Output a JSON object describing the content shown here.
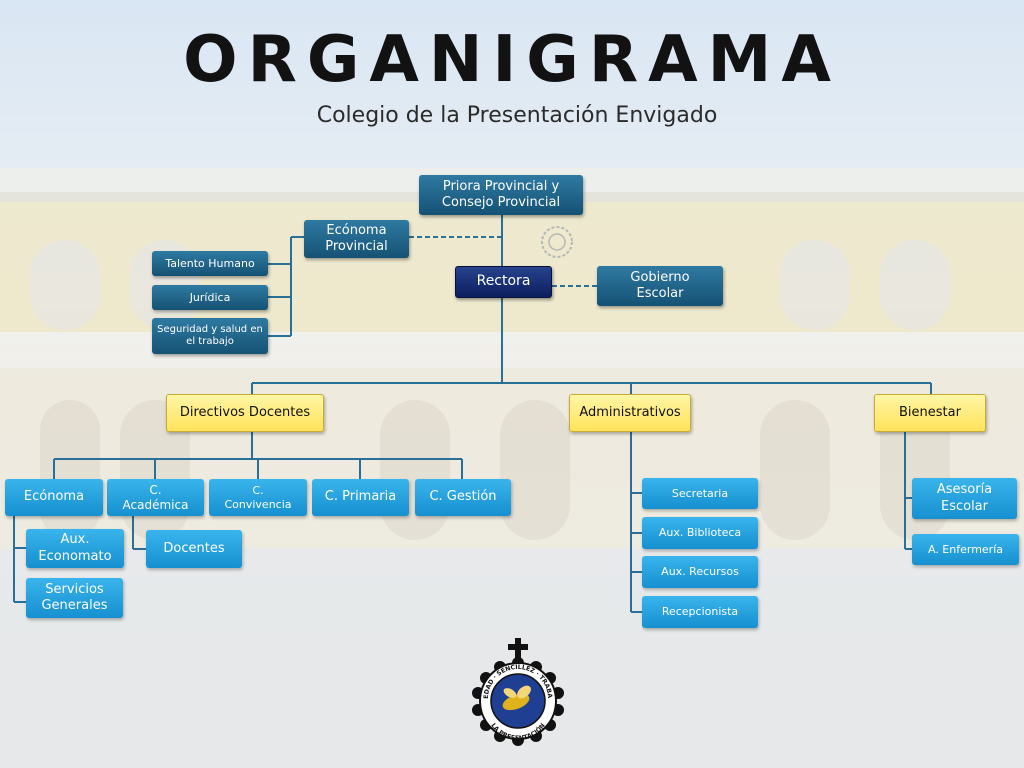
{
  "header": {
    "title": "ORGANIGRAMA",
    "subtitle": "Colegio de la Presentación Envigado"
  },
  "nodes": {
    "priora": "Priora Provincial y Consejo Provincial",
    "economa_provincial": "Ecónoma Provincial",
    "rectora": "Rectora",
    "gobierno_escolar": "Gobierno Escolar",
    "talento_humano": "Talento Humano",
    "juridica": "Jurídica",
    "seguridad": "Seguridad y salud en el trabajo",
    "directivos_docentes": "Directivos Docentes",
    "administrativos": "Administrativos",
    "bienestar": "Bienestar",
    "economa": "Ecónoma",
    "c_academica": "C. Académica",
    "c_convivencia": "C. Convivencia",
    "c_primaria": "C. Primaria",
    "c_gestion": "C. Gestión",
    "aux_economato": "Aux. Economato",
    "servicios_generales": "Servicios Generales",
    "docentes": "Docentes",
    "secretaria": "Secretaria",
    "aux_biblioteca": "Aux. Biblioteca",
    "aux_recursos": "Aux. Recursos",
    "recepcionista": "Recepcionista",
    "asesoria_escolar": "Asesoría Escolar",
    "a_enfermeria": "A. Enfermería"
  },
  "logo": {
    "motto": "PIEDAD · SENCILLEZ · TRABAJO",
    "name": "LA PRESENTACIÓN"
  },
  "colors": {
    "dark_box": "#1a5e85",
    "navy_box": "#0f2668",
    "light_box": "#1e9ad8",
    "yellow_box": "#ffe768",
    "connector": "#2a6f97"
  }
}
